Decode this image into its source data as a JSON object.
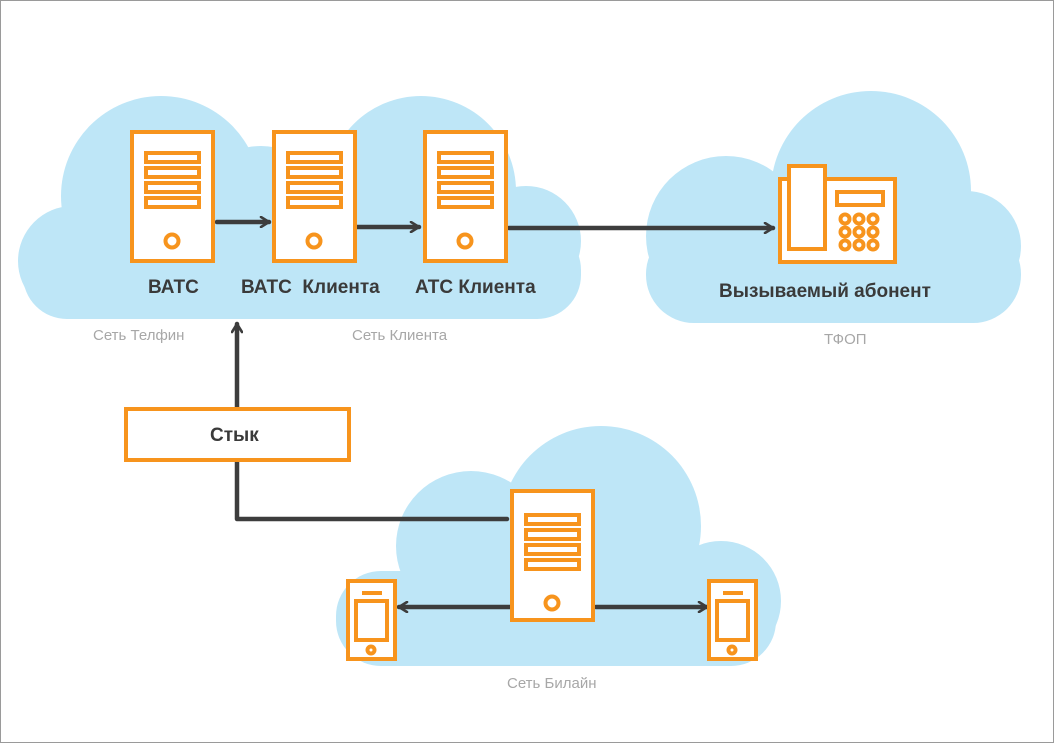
{
  "nodes": {
    "vats": "ВАТС",
    "vats_client": "ВАТС  Клиента",
    "ats_client": "АТС Клиента",
    "called_subscriber": "Вызываемый абонент",
    "junction": "Стык"
  },
  "networks": {
    "telfin": "Сеть Телфин",
    "client": "Сеть Клиента",
    "pstn": "ТФОП",
    "beeline": "Сеть Билайн"
  },
  "colors": {
    "accent": "#F7941D",
    "cloud": "#BEE6F7",
    "line": "#3D3D3D",
    "label": "#3A3A3A",
    "network_label": "#A7A7A7"
  }
}
